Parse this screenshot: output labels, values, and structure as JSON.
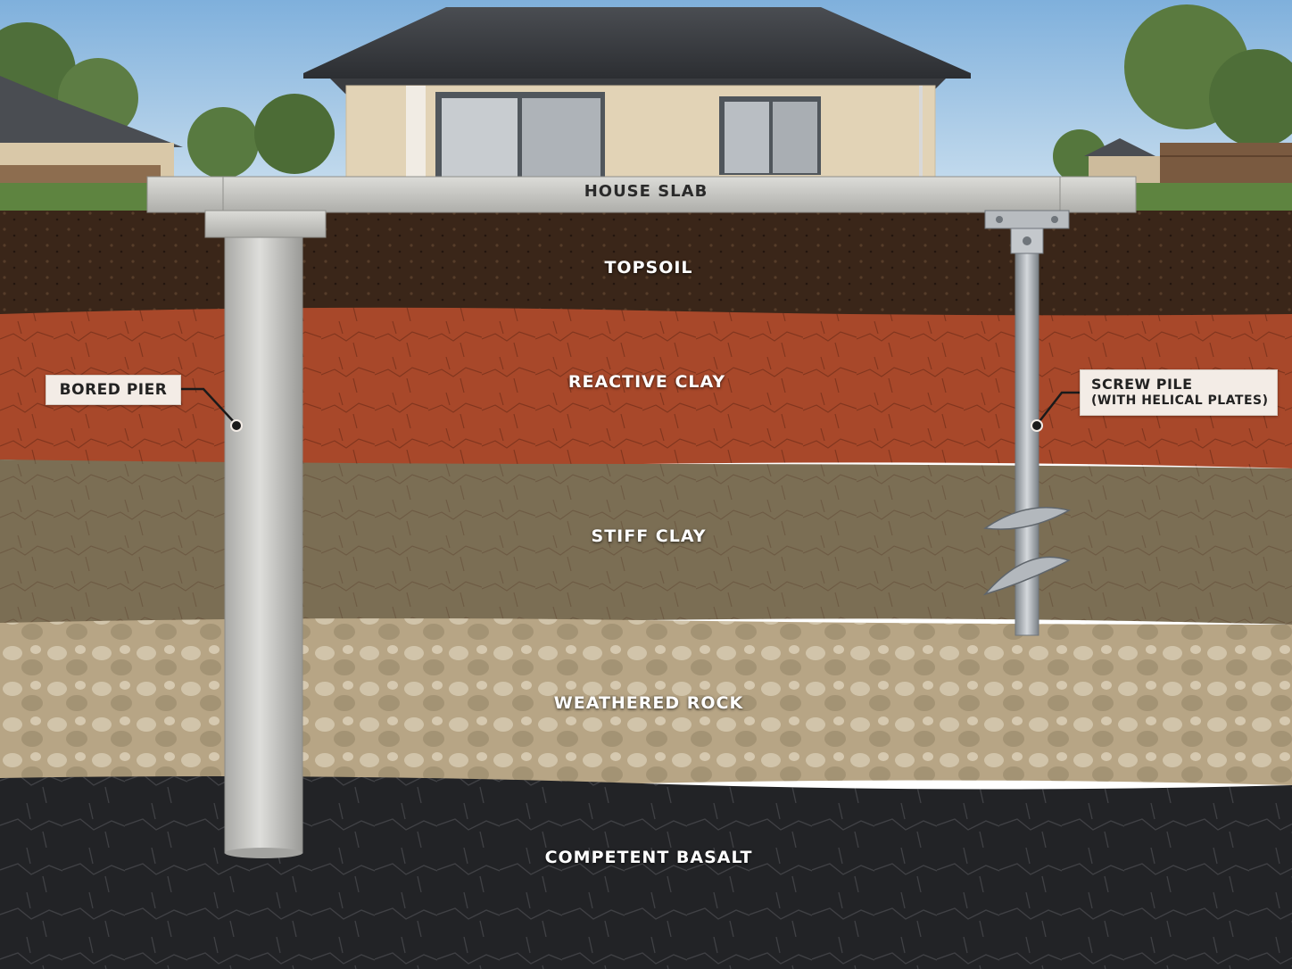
{
  "labels": {
    "house_slab": "HOUSE SLAB",
    "topsoil": "TOPSOIL",
    "reactive_clay": "REACTIVE CLAY",
    "stiff_clay": "STIFF CLAY",
    "weathered_rock": "WEATHERED ROCK",
    "competent_basalt": "COMPETENT BASALT"
  },
  "callouts": {
    "bored_pier": "BORED PIER",
    "screw_pile_line1": "SCREW PILE",
    "screw_pile_line2": "(WITH HELICAL PLATES)"
  },
  "colors": {
    "sky": "#9ec5e6",
    "topsoil": "#3a2619",
    "reactive_clay": "#a8482a",
    "stiff_clay": "#7b6e54",
    "weathered_rock": "#b7a585",
    "competent_basalt": "#222326",
    "concrete": "#c9c9c6",
    "steel": "#a8adb2"
  }
}
